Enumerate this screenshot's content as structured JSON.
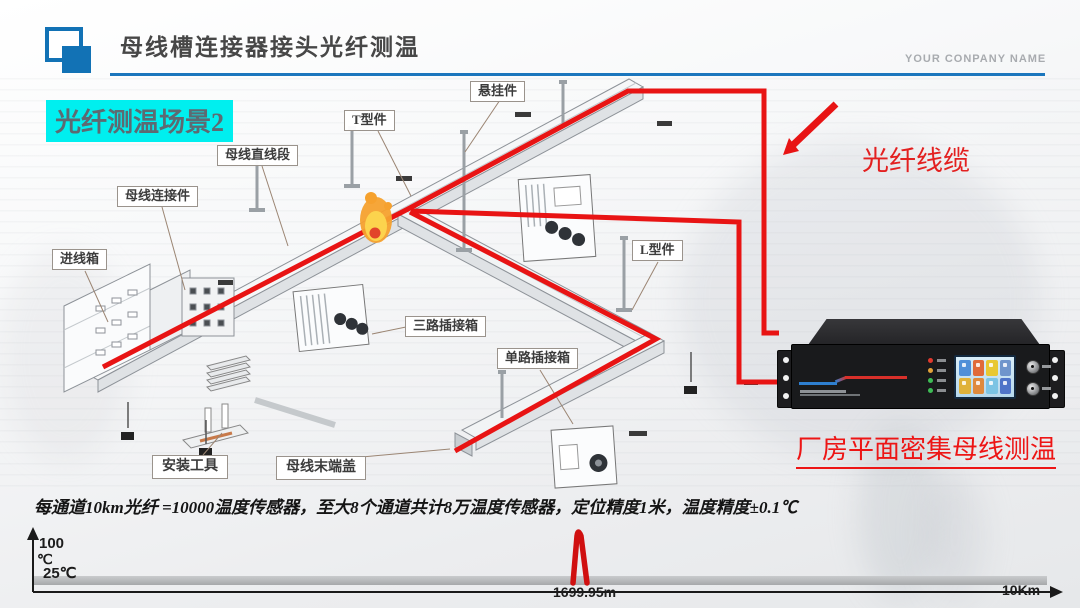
{
  "header": {
    "title": "母线槽连接器接头光纤测温",
    "company_name": "YOUR CONPANY NAME"
  },
  "scenario_badge": "光纤测温场景2",
  "diagram": {
    "labels": [
      {
        "text": "悬挂件"
      },
      {
        "text": "T型件"
      },
      {
        "text": "母线直线段"
      },
      {
        "text": "母线连接件"
      },
      {
        "text": "进线箱"
      },
      {
        "text": "三路插接箱"
      },
      {
        "text": "单路插接箱"
      },
      {
        "text": "L型件"
      },
      {
        "text": "安装工具"
      },
      {
        "text": "母线末端盖"
      }
    ],
    "fiber_cable_label": "光纤线缆",
    "device_caption": "厂房平面密集母线测温"
  },
  "device": {
    "led_colors": [
      "#e03a2e",
      "#e2a23a",
      "#3dbb55",
      "#3dbb55"
    ],
    "screen_icon_colors": [
      "#4f8fd8",
      "#e06a3a",
      "#e8c832",
      "#6f95cc",
      "#e0b23a",
      "#df8a3c",
      "#7cc4e4",
      "#4f74c8"
    ]
  },
  "spec_text": "每通道10km光纤 =10000温度传感器，至大8个通道共计8万温度传感器，定位精度1米，温度精度±0.1℃",
  "axis": {
    "y_max_label": "100",
    "y_unit_label": "℃",
    "baseline_label": "25℃",
    "event_distance_label": "1699.95m",
    "x_end_label": "10Km"
  },
  "colors": {
    "accent_blue": "#1b76bd",
    "badge_cyan": "#00efef",
    "fiber_red": "#e81414"
  },
  "chart_data": {
    "type": "line",
    "ylabel": "℃",
    "y_ticks": [
      25,
      100
    ],
    "x_range": [
      "0",
      "10Km"
    ],
    "baseline_c": 25,
    "peaks": [
      {
        "x": "1699.95m",
        "value_c": 100
      }
    ],
    "description": "Flat 25℃ fiber temperature trace along 10 km with a single spike to ~100℃ at 1699.95 m"
  }
}
